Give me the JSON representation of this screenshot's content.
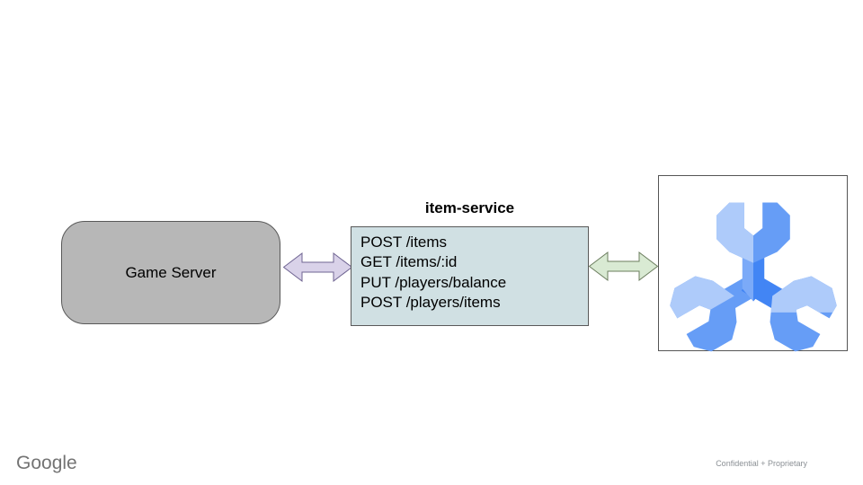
{
  "slide": {
    "nodes": {
      "game_server": {
        "label": "Game Server",
        "fill": "#b7b7b7",
        "border": "#595959"
      },
      "item_service": {
        "title": "item-service",
        "endpoints": [
          "POST /items",
          "GET /items/:id",
          "PUT /players/balance",
          "POST /players/items"
        ],
        "fill": "#d0e0e3",
        "border": "#595959"
      },
      "database": {
        "icon": "cloud-spanner-icon",
        "colors": {
          "light": "#AECBFA",
          "medium": "#669DF6",
          "arm_light": "#7BAAF8",
          "dark": "#4285F4"
        }
      }
    },
    "connectors": {
      "left_arrow": {
        "type": "double-arrow",
        "fill": "#d9d2e9",
        "stroke": "#6f6492"
      },
      "right_arrow": {
        "type": "double-arrow",
        "fill": "#d9ead3",
        "stroke": "#6b7d5e"
      }
    },
    "footer": {
      "logo": "Google",
      "note": "Confidential + Proprietary"
    }
  }
}
